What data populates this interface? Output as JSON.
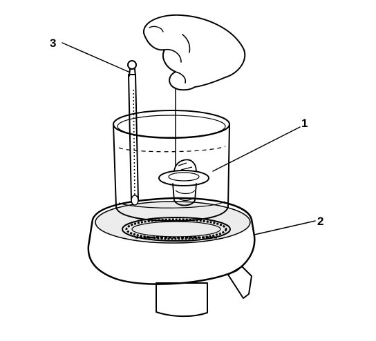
{
  "callouts": {
    "thermostat": "1",
    "heater": "2",
    "thermometer": "3"
  },
  "colors": {
    "ink": "#000000",
    "heater_fill": "#d6d6d6",
    "background": "#ffffff"
  }
}
